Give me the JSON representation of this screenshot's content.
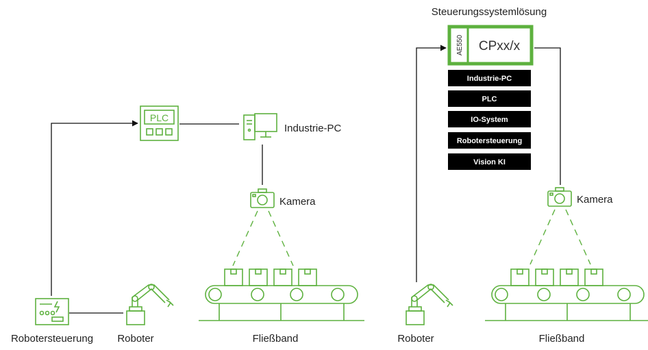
{
  "colors": {
    "accent": "#5db13e",
    "line": "#111111",
    "box": "#000000"
  },
  "left": {
    "plc_text": "PLC",
    "industrie_pc": "Industrie-PC",
    "kamera": "Kamera",
    "robotersteuerung": "Robotersteuerung",
    "roboter": "Roboter",
    "fliessband": "Fließband"
  },
  "right": {
    "title": "Steuerungssystemlösung",
    "device_side_label": "AE550",
    "device_model": "CPxx/x",
    "functions": [
      "Industrie-PC",
      "PLC",
      "IO-System",
      "Robotersteuerung",
      "Vision KI"
    ],
    "kamera": "Kamera",
    "roboter": "Roboter",
    "fliessband": "Fließband"
  }
}
